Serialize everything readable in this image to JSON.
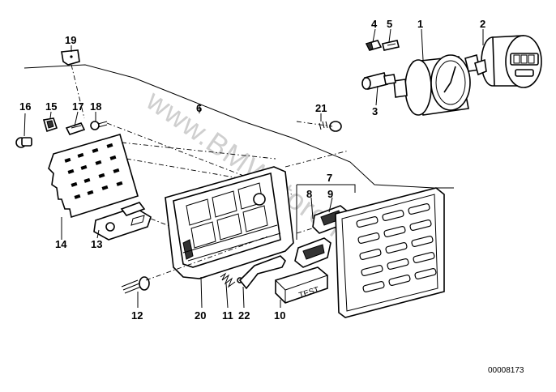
{
  "diagram": {
    "watermark": "www.BMWstore.ru",
    "catalog_code": "00008173",
    "test_label": "TEST",
    "part_labels": [
      {
        "num": "1"
      },
      {
        "num": "2"
      },
      {
        "num": "3"
      },
      {
        "num": "4"
      },
      {
        "num": "5"
      },
      {
        "num": "6"
      },
      {
        "num": "7"
      },
      {
        "num": "8"
      },
      {
        "num": "9"
      },
      {
        "num": "10"
      },
      {
        "num": "11"
      },
      {
        "num": "12"
      },
      {
        "num": "13"
      },
      {
        "num": "14"
      },
      {
        "num": "15"
      },
      {
        "num": "16"
      },
      {
        "num": "17"
      },
      {
        "num": "18"
      },
      {
        "num": "19"
      },
      {
        "num": "20"
      },
      {
        "num": "21"
      },
      {
        "num": "22"
      }
    ]
  }
}
